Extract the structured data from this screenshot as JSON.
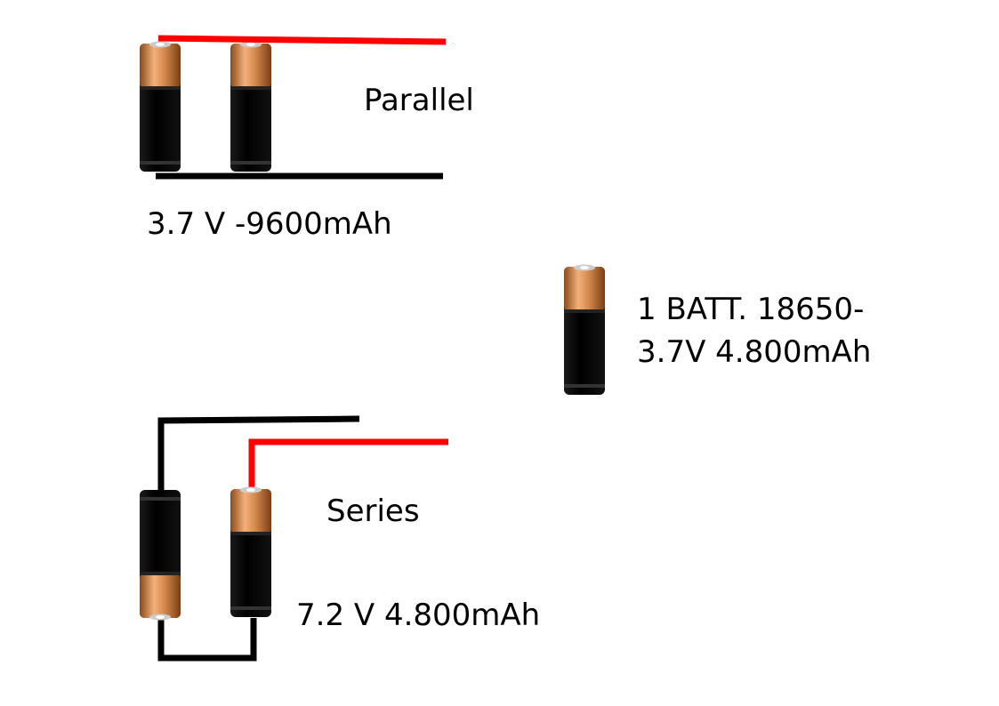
{
  "parallel": {
    "title": "Parallel",
    "spec": "3.7 V -9600mAh"
  },
  "single": {
    "line1": "1 BATT. 18650-",
    "line2": "3.7V 4.800mAh"
  },
  "series": {
    "title": "Series",
    "spec": "7.2 V 4.800mAh"
  },
  "colors": {
    "positive_wire": "#ff0000",
    "negative_wire": "#000000",
    "copper": "#c8783a",
    "battery_body": "#000000"
  }
}
